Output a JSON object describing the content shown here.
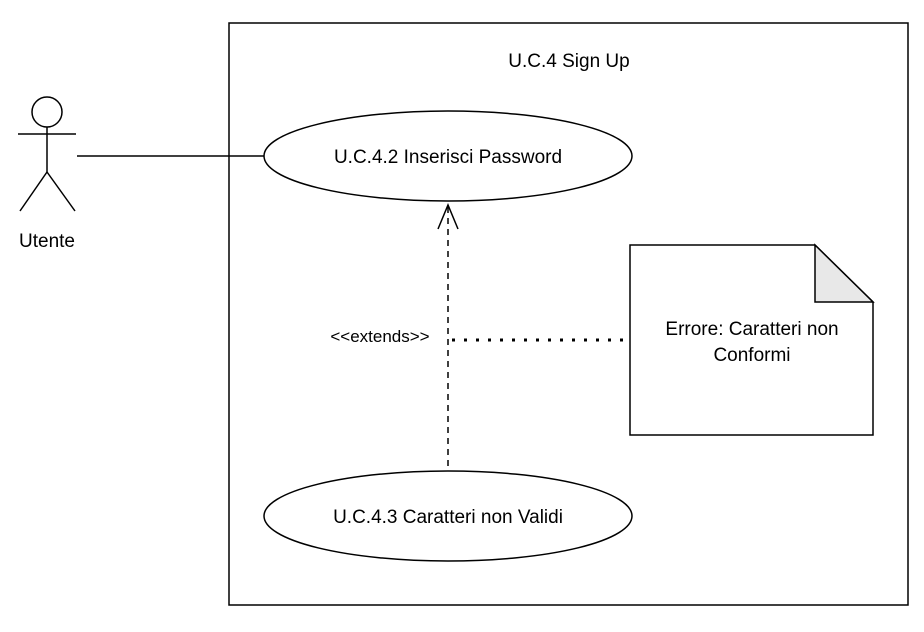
{
  "system": {
    "title": "U.C.4 Sign Up"
  },
  "actor": {
    "name": "Utente"
  },
  "use_cases": {
    "main": "U.C.4.2 Inserisci Password",
    "extension": "U.C.4.3 Caratteri non Validi"
  },
  "relationship": {
    "stereotype": "<<extends>>"
  },
  "note": {
    "line1": "Errore: Caratteri non",
    "line2": "Conformi"
  }
}
